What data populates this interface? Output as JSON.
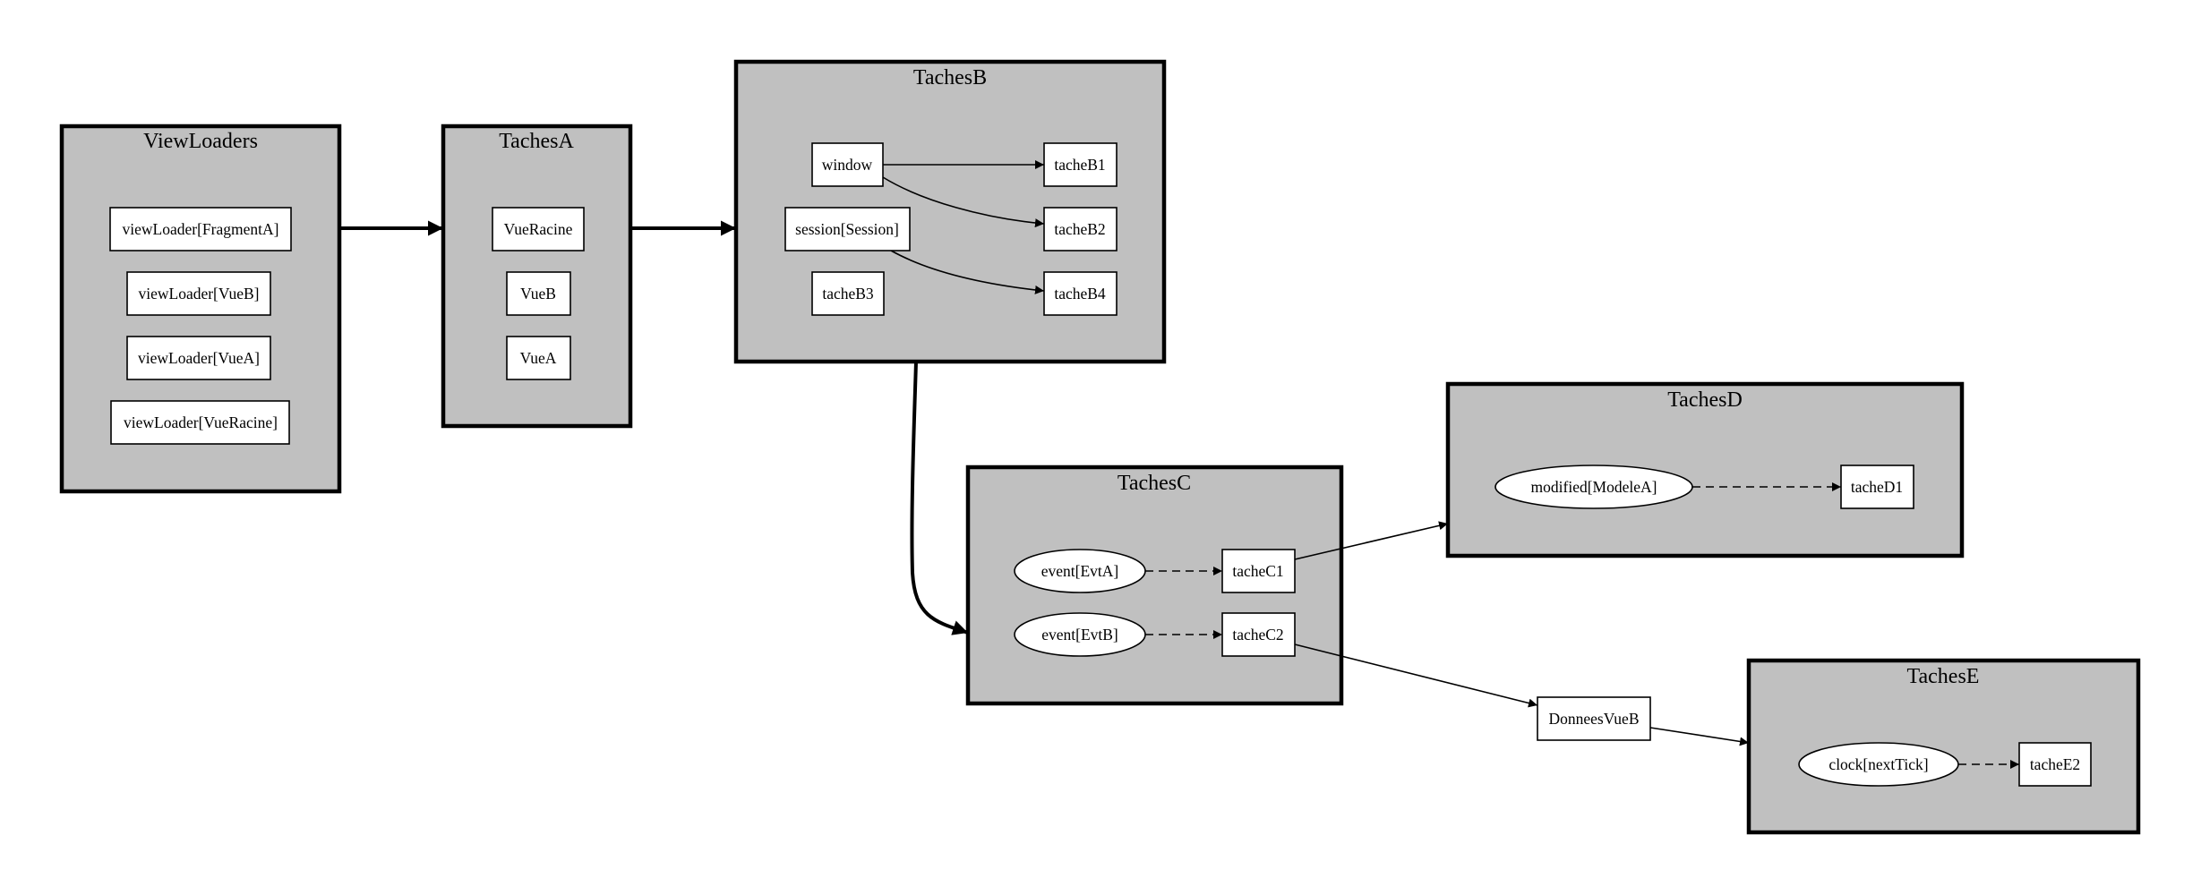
{
  "clusters": {
    "viewloaders": "ViewLoaders",
    "tachesA": "TachesA",
    "tachesB": "TachesB",
    "tachesC": "TachesC",
    "tachesD": "TachesD",
    "tachesE": "TachesE"
  },
  "nodes": {
    "viewLoader_fragmentA": "viewLoader[FragmentA]",
    "viewLoader_vueB": "viewLoader[VueB]",
    "viewLoader_vueA": "viewLoader[VueA]",
    "viewLoader_vueRacine": "viewLoader[VueRacine]",
    "vueRacine": "VueRacine",
    "vueB": "VueB",
    "vueA": "VueA",
    "window": "window",
    "session": "session[Session]",
    "tacheB3": "tacheB3",
    "tacheB1": "tacheB1",
    "tacheB2": "tacheB2",
    "tacheB4": "tacheB4",
    "eventEvtA": "event[EvtA]",
    "eventEvtB": "event[EvtB]",
    "tacheC1": "tacheC1",
    "tacheC2": "tacheC2",
    "modifiedModeleA": "modified[ModeleA]",
    "tacheD1": "tacheD1",
    "donneesVueB": "DonneesVueB",
    "clockNextTick": "clock[nextTick]",
    "tacheE2": "tacheE2"
  }
}
